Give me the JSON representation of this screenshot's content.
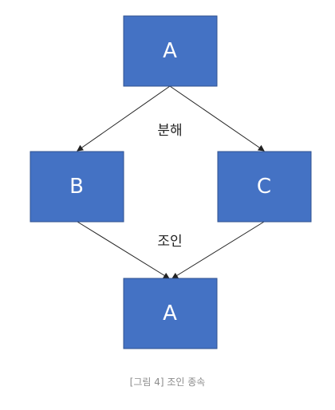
{
  "diagram": {
    "nodes": {
      "top": {
        "label": "A",
        "fill": "#4472c4"
      },
      "left": {
        "label": "B",
        "fill": "#4472c4"
      },
      "right": {
        "label": "C",
        "fill": "#4472c4"
      },
      "bottom": {
        "label": "A",
        "fill": "#4472c4"
      }
    },
    "edge_labels": {
      "split": "분해",
      "join": "조인"
    },
    "caption": "[그림 4] 조인 종속"
  }
}
